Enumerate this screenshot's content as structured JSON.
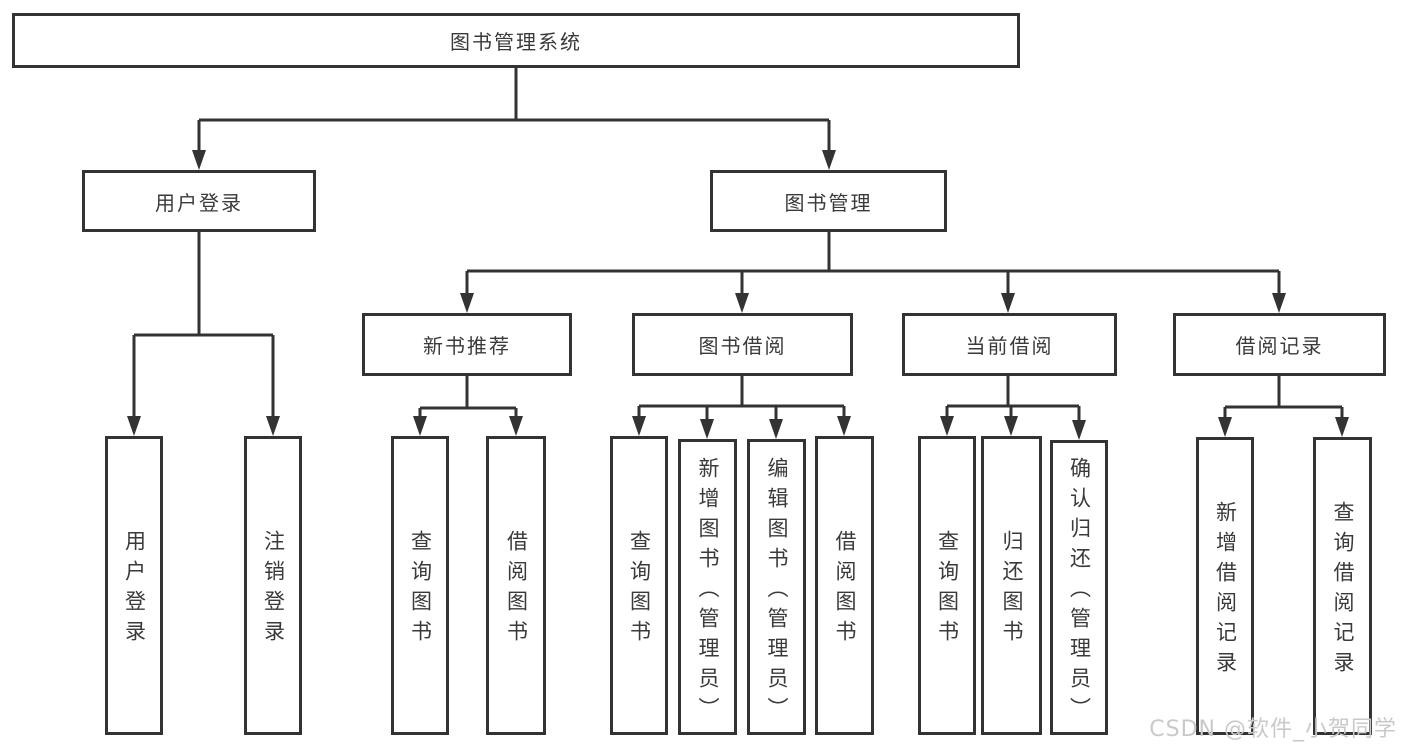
{
  "diagram": {
    "title": "图书管理系统",
    "type": "hierarchy-tree",
    "colors": {
      "line": "#333333",
      "text": "#3a3a3a",
      "box_fill": "#ffffff",
      "watermark": "#c9c9c9"
    }
  },
  "nodes": {
    "root": {
      "label": "图书管理系统"
    },
    "user_login": {
      "label": "用户登录"
    },
    "book_mgmt": {
      "label": "图书管理"
    },
    "new_book_rec": {
      "label": "新书推荐"
    },
    "book_borrow": {
      "label": "图书借阅"
    },
    "current_borrow": {
      "label": "当前借阅"
    },
    "borrow_records": {
      "label": "借阅记录"
    },
    "user_login_leaf": {
      "label": "用户登录"
    },
    "logout_leaf": {
      "label": "注销登录"
    },
    "rec_query": {
      "label": "查询图书"
    },
    "rec_borrow": {
      "label": "借阅图书"
    },
    "bb_query": {
      "label": "查询图书"
    },
    "bb_add": {
      "label": "新增图书（管理员）"
    },
    "bb_edit": {
      "label": "编辑图书（管理员）"
    },
    "bb_borrow": {
      "label": "借阅图书"
    },
    "cb_query": {
      "label": "查询图书"
    },
    "cb_return": {
      "label": "归还图书"
    },
    "cb_confirm": {
      "label": "确认归还（管理员）"
    },
    "br_add": {
      "label": "新增借阅记录"
    },
    "br_query": {
      "label": "查询借阅记录"
    }
  },
  "tree": {
    "label": "图书管理系统",
    "children": [
      {
        "label": "用户登录",
        "children": [
          {
            "label": "用户登录"
          },
          {
            "label": "注销登录"
          }
        ]
      },
      {
        "label": "图书管理",
        "children": [
          {
            "label": "新书推荐",
            "children": [
              {
                "label": "查询图书"
              },
              {
                "label": "借阅图书"
              }
            ]
          },
          {
            "label": "图书借阅",
            "children": [
              {
                "label": "查询图书"
              },
              {
                "label": "新增图书（管理员）"
              },
              {
                "label": "编辑图书（管理员）"
              },
              {
                "label": "借阅图书"
              }
            ]
          },
          {
            "label": "当前借阅",
            "children": [
              {
                "label": "查询图书"
              },
              {
                "label": "归还图书"
              },
              {
                "label": "确认归还（管理员）"
              }
            ]
          },
          {
            "label": "借阅记录",
            "children": [
              {
                "label": "新增借阅记录"
              },
              {
                "label": "查询借阅记录"
              }
            ]
          }
        ]
      }
    ]
  },
  "watermark": {
    "text": "CSDN @软件_小贺同学"
  }
}
